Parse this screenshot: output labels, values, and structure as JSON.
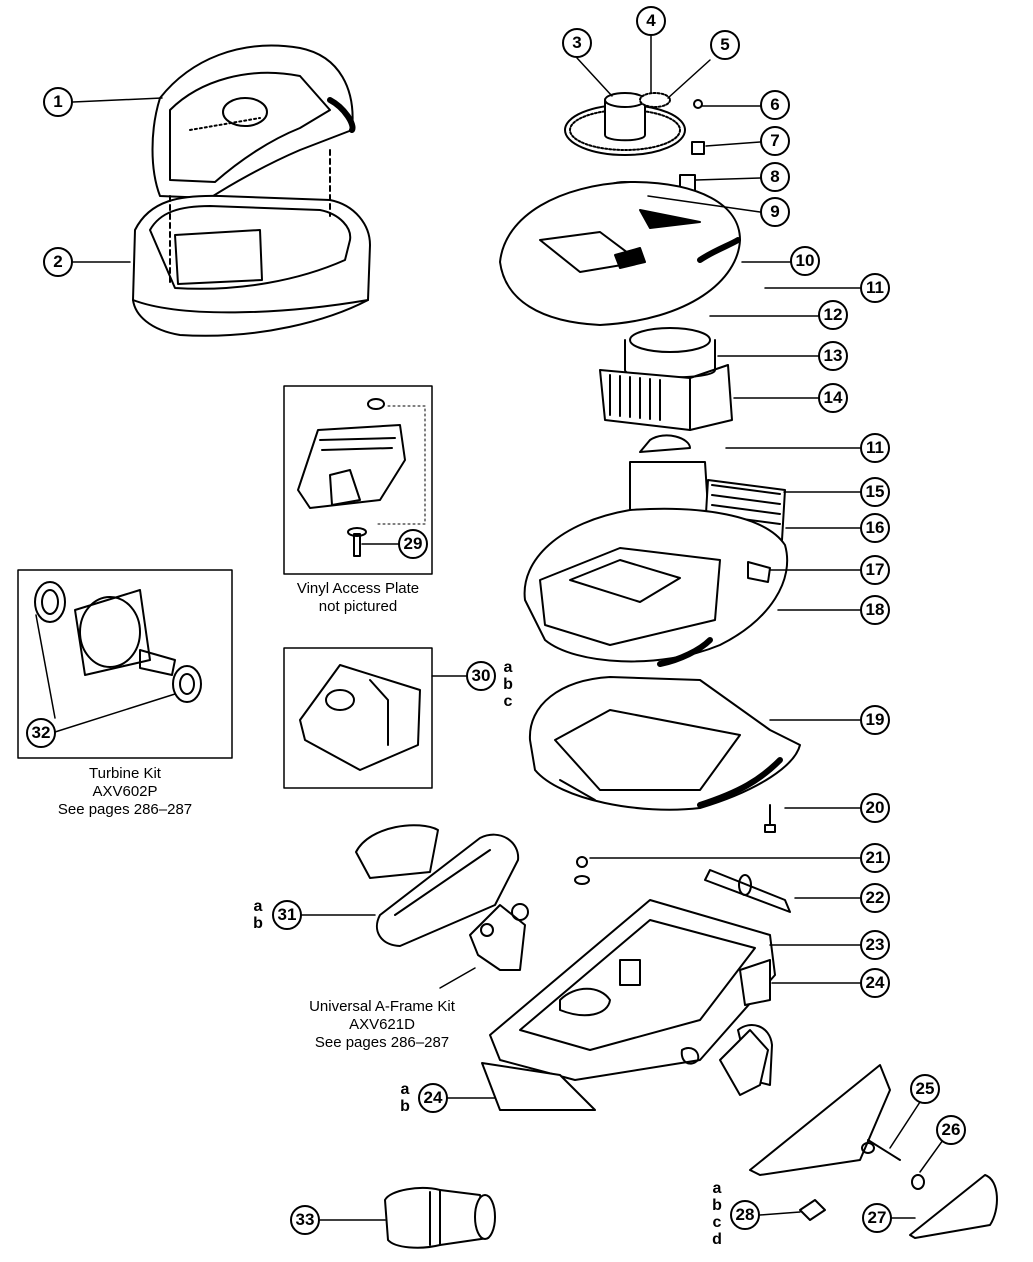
{
  "diagram": {
    "callouts": {
      "p1": "1",
      "p2": "2",
      "p3": "3",
      "p4": "4",
      "p5": "5",
      "p6": "6",
      "p7": "7",
      "p8": "8",
      "p9": "9",
      "p10": "10",
      "p11a": "11",
      "p12": "12",
      "p13": "13",
      "p14": "14",
      "p11b": "11",
      "p15": "15",
      "p16": "16",
      "p17": "17",
      "p18": "18",
      "p19": "19",
      "p20": "20",
      "p21": "21",
      "p22": "22",
      "p23": "23",
      "p24a": "24",
      "p24b": "24",
      "p25": "25",
      "p26": "26",
      "p27": "27",
      "p28": "28",
      "p29": "29",
      "p30": "30",
      "p31": "31",
      "p32": "32",
      "p33": "33"
    },
    "variants": {
      "v30": [
        "a",
        "b",
        "c"
      ],
      "v31": [
        "a",
        "b"
      ],
      "v24": [
        "a",
        "b"
      ],
      "v28": [
        "a",
        "b",
        "c",
        "d"
      ]
    },
    "captions": {
      "vinyl": [
        "Vinyl Access Plate",
        "not pictured"
      ],
      "turbine": [
        "Turbine Kit",
        "AXV602P",
        "See pages 286–287"
      ],
      "aframe": [
        "Universal A-Frame Kit",
        "AXV621D",
        "See pages 286–287"
      ]
    }
  }
}
